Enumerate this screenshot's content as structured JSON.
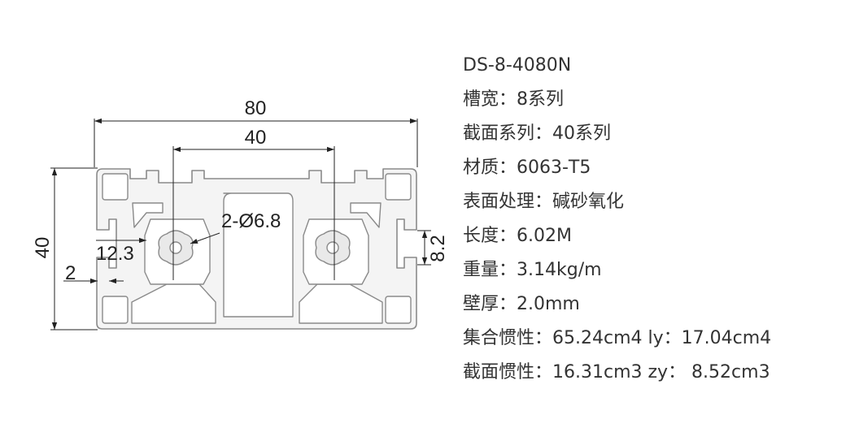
{
  "drawing": {
    "dimensions": {
      "overall_width": "80",
      "slot_pitch": "40",
      "overall_height": "40",
      "hole_callout": "2-Ø6.8",
      "slot_depth": "12.3",
      "wall": "2",
      "slot_width": "8.2"
    },
    "colors": {
      "profile_stroke": "#8a8a8a",
      "profile_fill": "#f4f4f4",
      "dimension_line": "#222222"
    }
  },
  "specs": [
    "DS-8-4080N",
    "槽宽：8系列",
    "截面系列：40系列",
    "材质：6063-T5",
    "表面处理：碱砂氧化",
    "长度：6.02M",
    "重量：3.14kg/m",
    "壁厚：2.0mm",
    "集合惯性：65.24cm4 ly：17.04cm4",
    "截面惯性：16.31cm3 zy：  8.52cm3"
  ]
}
